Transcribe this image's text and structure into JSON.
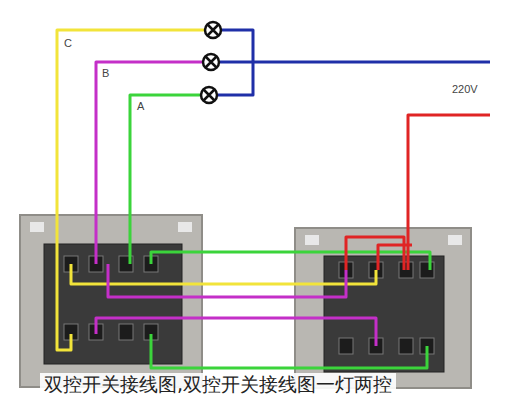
{
  "diagram": {
    "caption": "双控开关接线图,双控开关接线图一灯两控",
    "labels": [
      "C",
      "B",
      "A",
      "220V"
    ]
  }
}
